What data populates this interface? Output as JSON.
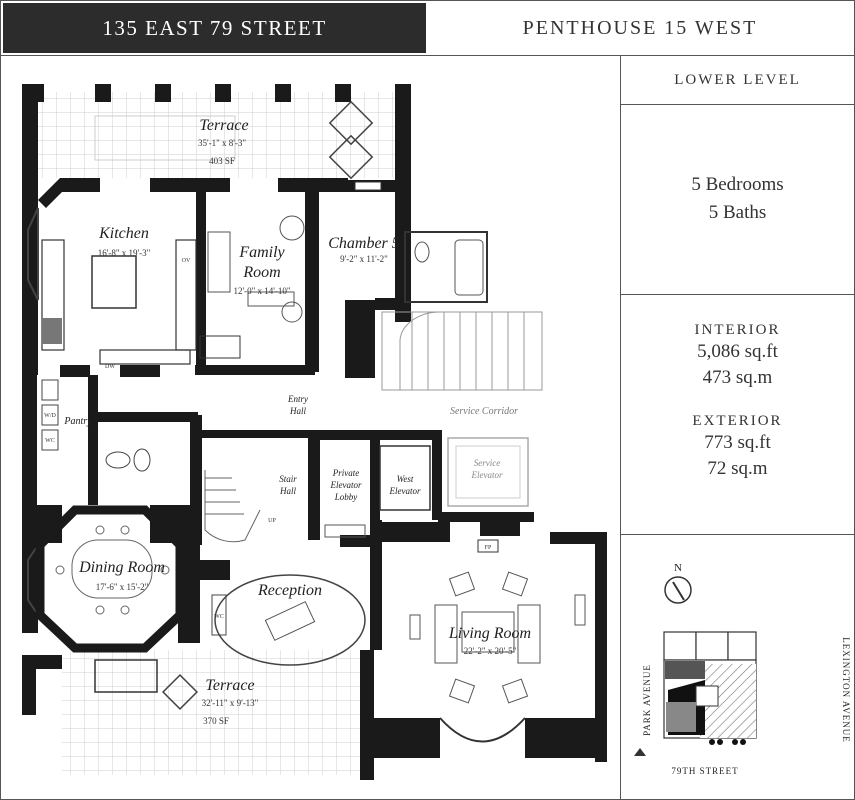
{
  "header": {
    "address": "135 EAST 79 STREET",
    "unit": "PENTHOUSE 15 WEST"
  },
  "info": {
    "level": "LOWER LEVEL",
    "bedrooms": "5 Bedrooms",
    "baths": "5 Baths",
    "interior_label": "INTERIOR",
    "interior_sqft": "5,086 sq.ft",
    "interior_sqm": "473 sq.m",
    "exterior_label": "EXTERIOR",
    "exterior_sqft": "773 sq.ft",
    "exterior_sqm": "72 sq.m"
  },
  "rooms": {
    "terrace_top": {
      "name": "Terrace",
      "dim": "35'-1\" x 8'-3\"",
      "area": "403 SF"
    },
    "kitchen": {
      "name": "Kitchen",
      "dim": "16'-8\" x 19'-3\""
    },
    "family_room": {
      "name": "Family",
      "name2": "Room",
      "dim": "12'-0\" x 14'-10\""
    },
    "chamber5": {
      "name": "Chamber 5",
      "dim": "9'-2\" x 11'-2\""
    },
    "entry_hall": {
      "name": "Entry",
      "name2": "Hall"
    },
    "service_corridor": {
      "name": "Service Corridor"
    },
    "pantry": {
      "name": "Pantry"
    },
    "stair_hall": {
      "name": "Stair",
      "name2": "Hall"
    },
    "private_elevator": {
      "name": "Private",
      "name2": "Elevator",
      "name3": "Lobby"
    },
    "west_elevator": {
      "name": "West",
      "name2": "Elevator"
    },
    "service_elevator": {
      "name": "Service",
      "name2": "Elevator"
    },
    "dining_room": {
      "name": "Dining Room",
      "dim": "17'-6\" x 15'-2\""
    },
    "reception": {
      "name": "Reception"
    },
    "living_room": {
      "name": "Living Room",
      "dim": "22'-2\" x 20'-5\""
    },
    "terrace_bottom": {
      "name": "Terrace",
      "dim": "32'-11\" x 9'-13\"",
      "area": "370 SF"
    }
  },
  "fixtures": {
    "dw": "DW",
    "up": "UP",
    "fp": "FP",
    "wc": "WC",
    "wd": "W/D",
    "ov": "OV"
  },
  "locator": {
    "north": "N",
    "park": "PARK AVENUE",
    "lex": "LEXINGTON AVENUE",
    "street": "79TH STREET"
  }
}
